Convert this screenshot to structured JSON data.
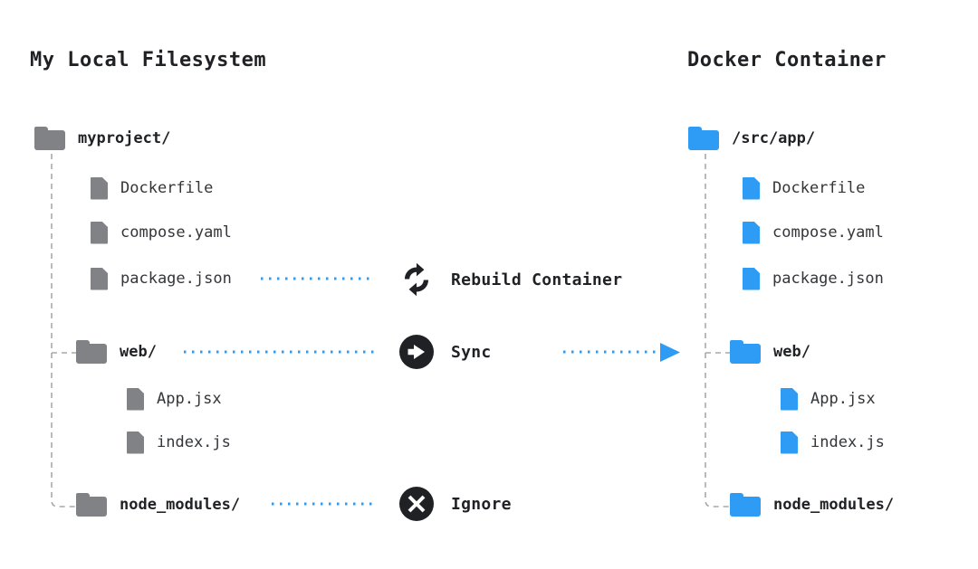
{
  "headings": {
    "local": "My Local Filesystem",
    "container": "Docker Container"
  },
  "colors": {
    "local_icon": "#808285",
    "container_icon": "#2e9cf4",
    "connector": "#2e9cf4",
    "tree_line": "#a7a9ac",
    "action_icon": "#1f2124",
    "text": "#333538",
    "heading_text": "#1f2124"
  },
  "local_tree": {
    "root": {
      "name": "myproject/",
      "icon": "folder-icon"
    },
    "items": [
      {
        "name": "Dockerfile",
        "icon": "file-icon",
        "type": "file"
      },
      {
        "name": "compose.yaml",
        "icon": "file-icon",
        "type": "file"
      },
      {
        "name": "package.json",
        "icon": "file-icon",
        "type": "file"
      },
      {
        "name": "web/",
        "icon": "folder-icon",
        "type": "dir"
      },
      {
        "name": "App.jsx",
        "icon": "file-icon",
        "type": "file"
      },
      {
        "name": "index.js",
        "icon": "file-icon",
        "type": "file"
      },
      {
        "name": "node_modules/",
        "icon": "folder-icon",
        "type": "dir"
      }
    ]
  },
  "container_tree": {
    "root": {
      "name": "/src/app/",
      "icon": "folder-icon"
    },
    "items": [
      {
        "name": "Dockerfile",
        "icon": "file-icon",
        "type": "file"
      },
      {
        "name": "compose.yaml",
        "icon": "file-icon",
        "type": "file"
      },
      {
        "name": "package.json",
        "icon": "file-icon",
        "type": "file"
      },
      {
        "name": "web/",
        "icon": "folder-icon",
        "type": "dir"
      },
      {
        "name": "App.jsx",
        "icon": "file-icon",
        "type": "file"
      },
      {
        "name": "index.js",
        "icon": "file-icon",
        "type": "file"
      },
      {
        "name": "node_modules/",
        "icon": "folder-icon",
        "type": "dir"
      }
    ]
  },
  "actions": [
    {
      "label": "Rebuild Container",
      "icon": "refresh-icon",
      "source": "package.json"
    },
    {
      "label": "Sync",
      "icon": "arrow-right-circle-icon",
      "source": "web/"
    },
    {
      "label": "Ignore",
      "icon": "x-circle-icon",
      "source": "node_modules/"
    }
  ]
}
